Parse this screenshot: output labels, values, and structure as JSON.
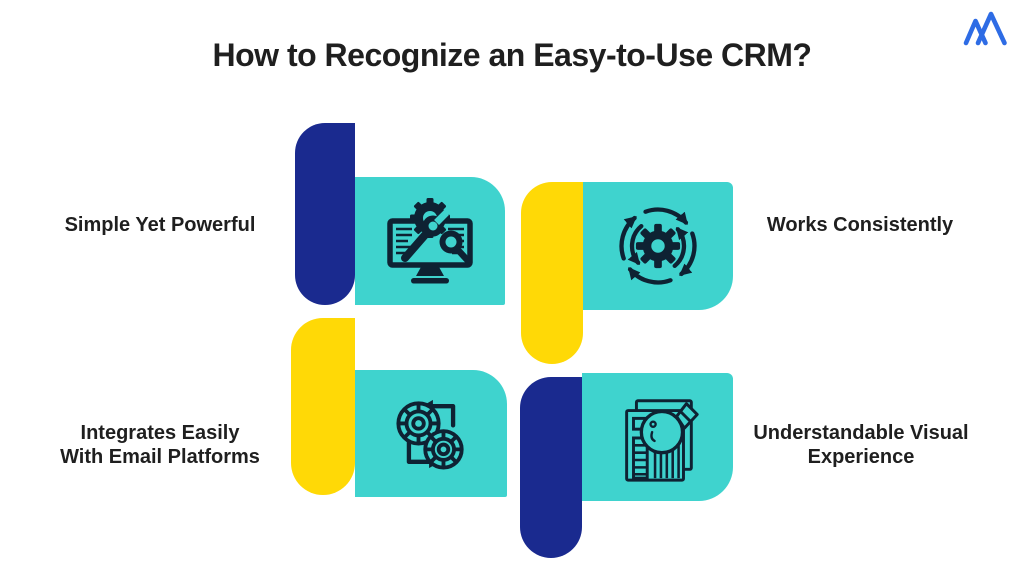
{
  "title": "How to Recognize an Easy-to-Use CRM?",
  "brand": {
    "logo": "mountain-m-logo"
  },
  "colors": {
    "navy": "#1a2a8f",
    "teal": "#3fd3ce",
    "yellow": "#ffd906",
    "ink": "#0e2233",
    "text": "#1f1f1f",
    "logo": "#2e6ce5",
    "background": "#ffffff"
  },
  "items": [
    {
      "position": "top-left",
      "icon": "crm-software-maintenance-icon",
      "label": "Simple Yet Powerful",
      "lines": [
        "Simple Yet Powerful"
      ]
    },
    {
      "position": "top-right",
      "icon": "process-cycle-arrows-icon",
      "label": "Works Consistently",
      "lines": [
        "Works Consistently"
      ]
    },
    {
      "position": "bottom-left",
      "icon": "integration-sync-gears-icon",
      "label": "Integrates Easily With Email Platforms",
      "lines": [
        "Integrates Easily",
        "With Email Platforms"
      ]
    },
    {
      "position": "bottom-right",
      "icon": "report-magnifier-icon",
      "label": "Understandable Visual Experience",
      "lines": [
        "Understandable Visual",
        "Experience"
      ]
    }
  ]
}
